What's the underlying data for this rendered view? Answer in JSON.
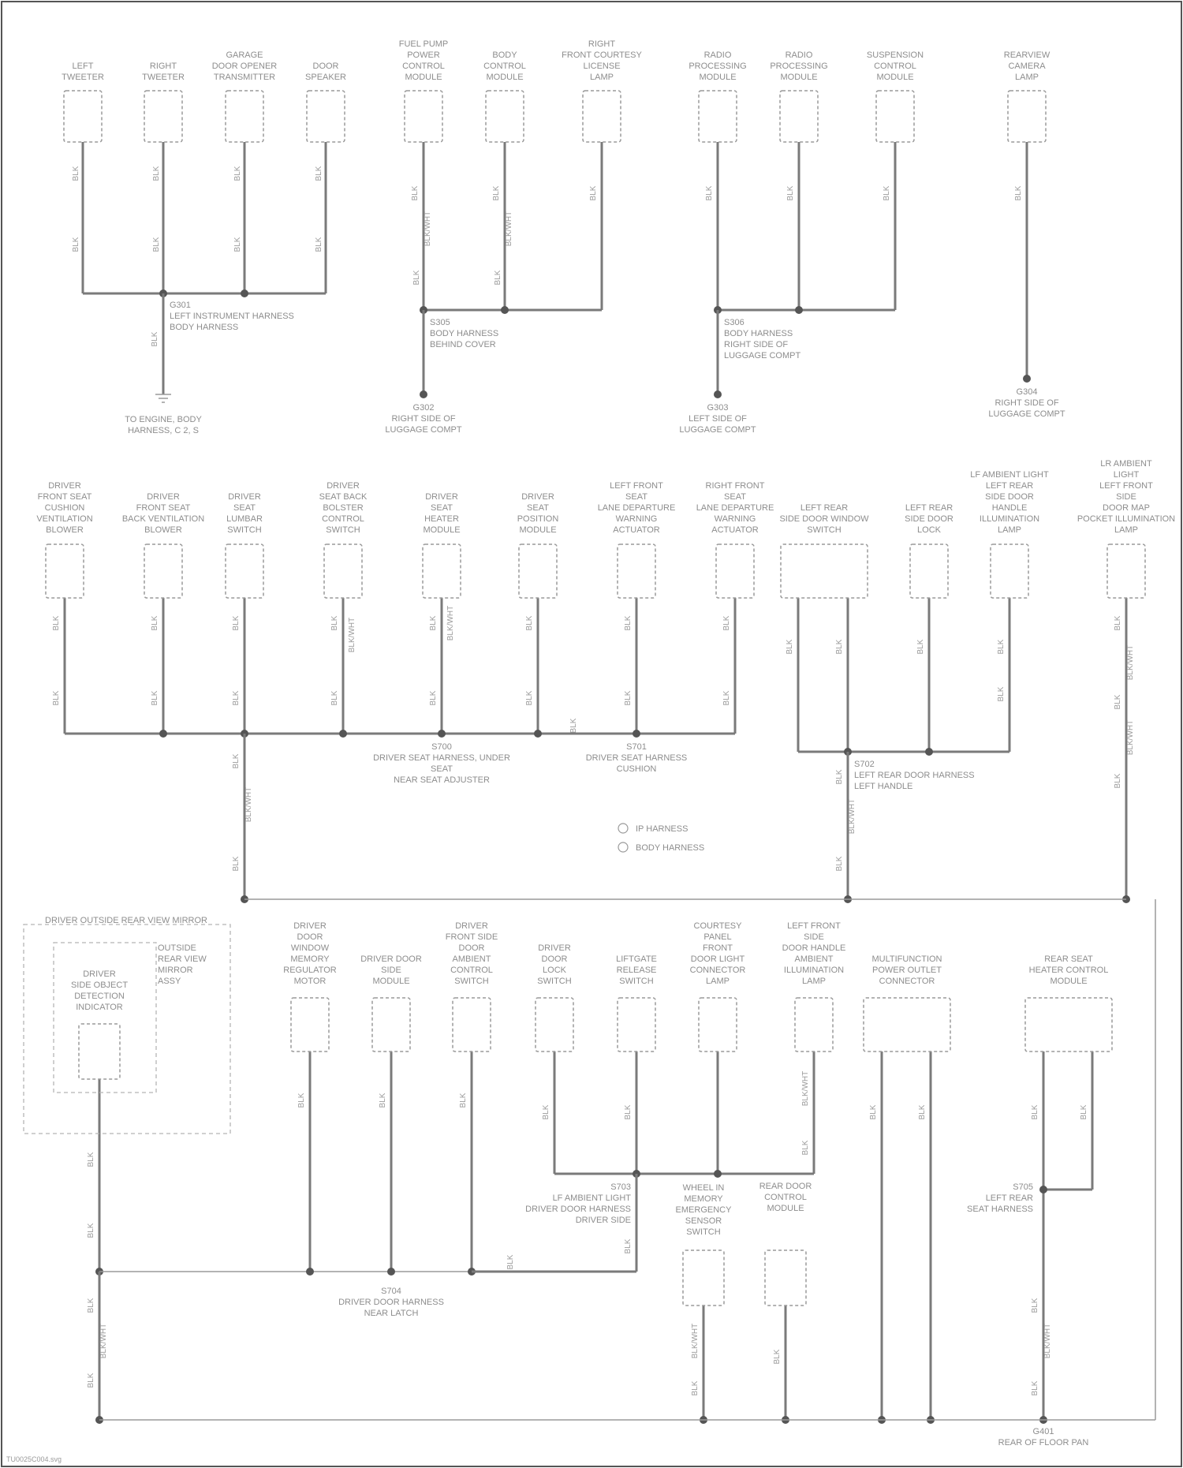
{
  "diagram": {
    "footer_text": "TU0025C004.svg",
    "legend": {
      "item1": "IP HARNESS",
      "item2": "BODY HARNESS"
    },
    "components": {
      "left_tweeter": [
        "LEFT",
        "TWEETER"
      ],
      "right_tweeter": [
        "RIGHT",
        "TWEETER"
      ],
      "garage_door_opener": [
        "GARAGE",
        "DOOR OPENER",
        "TRANSMITTER"
      ],
      "door_speaker": [
        "DOOR",
        "SPEAKER"
      ],
      "fuel_pump_control": [
        "FUEL PUMP",
        "POWER",
        "CONTROL",
        "MODULE"
      ],
      "body_control_module": [
        "BODY",
        "CONTROL",
        "MODULE"
      ],
      "right_front_lamp": [
        "RIGHT",
        "FRONT COURTESY",
        "LICENSE",
        "LAMP"
      ],
      "radio_processing": [
        "RADIO",
        "PROCESSING",
        "MODULE"
      ],
      "radio_processing_2": [
        "RADIO",
        "PROCESSING",
        "MODULE"
      ],
      "suspension_control": [
        "SUSPENSION",
        "CONTROL",
        "MODULE"
      ],
      "rearview_lamp": [
        "REARVIEW",
        "CAMERA",
        "LAMP"
      ],
      "driver_seat_cushion": [
        "DRIVER",
        "FRONT SEAT",
        "CUSHION",
        "VENTILATION",
        "BLOWER"
      ],
      "driver_seat_back": [
        "DRIVER",
        "FRONT SEAT",
        "BACK VENTILATION",
        "BLOWER"
      ],
      "driver_seat_lumbar": [
        "DRIVER",
        "SEAT",
        "LUMBAR",
        "SWITCH"
      ],
      "driver_seat_adjuster": [
        "DRIVER",
        "SEAT BACK",
        "BOLSTER",
        "CONTROL",
        "SWITCH"
      ],
      "driver_seat_heater": [
        "DRIVER",
        "SEAT",
        "HEATER",
        "MODULE"
      ],
      "driver_seat_module": [
        "DRIVER",
        "SEAT",
        "POSITION",
        "MODULE"
      ],
      "left_front_lane_change": [
        "LEFT FRONT",
        "SEAT",
        "LANE DEPARTURE",
        "WARNING",
        "ACTUATOR"
      ],
      "right_front_lane_change": [
        "RIGHT FRONT",
        "SEAT",
        "LANE DEPARTURE",
        "WARNING",
        "ACTUATOR"
      ],
      "left_rear_window": [
        "LEFT REAR",
        "SIDE DOOR WINDOW",
        "SWITCH"
      ],
      "left_rear_lock": [
        "LEFT REAR",
        "SIDE DOOR",
        "LOCK"
      ],
      "lf_rear_ambient": [
        "LF AMBIENT LIGHT",
        "LEFT REAR",
        "SIDE DOOR",
        "HANDLE",
        "ILLUMINATION",
        "LAMP"
      ],
      "lr_ambient": [
        "LR AMBIENT",
        "LIGHT",
        "LEFT FRONT",
        "SIDE",
        "DOOR MAP",
        "POCKET ILLUMINATION",
        "LAMP"
      ],
      "driver_outside_mirror": [
        "DRIVER OUTSIDE REAR VIEW MIRROR"
      ],
      "driver_mirror_inner": [
        "DRIVER",
        "SIDE OBJECT",
        "DETECTION",
        "INDICATOR"
      ],
      "outside_mirror_sub": [
        "OUTSIDE",
        "REAR VIEW",
        "MIRROR",
        "ASSY"
      ],
      "driver_door_window": [
        "DRIVER",
        "DOOR",
        "WINDOW",
        "MEMORY",
        "REGULATOR",
        "MOTOR"
      ],
      "driver_door_module": [
        "DRIVER DOOR",
        "SIDE",
        "MODULE"
      ],
      "driver_door_lock": [
        "DRIVER",
        "FRONT SIDE",
        "DOOR",
        "AMBIENT",
        "CONTROL",
        "SWITCH"
      ],
      "driver_door_switch": [
        "DRIVER",
        "DOOR",
        "LOCK",
        "SWITCH"
      ],
      "liftgate_release": [
        "LIFTGATE",
        "RELEASE",
        "SWITCH"
      ],
      "courtesy_lamp": [
        "COURTESY",
        "PANEL",
        "FRONT",
        "DOOR LIGHT",
        "CONNECTOR",
        "LAMP"
      ],
      "left_front_ambient": [
        "LEFT FRONT",
        "SIDE",
        "DOOR HANDLE",
        "AMBIENT",
        "ILLUMINATION",
        "LAMP"
      ],
      "multifunction_power": [
        "MULTIFUNCTION",
        "POWER OUTLET",
        "CONNECTOR"
      ],
      "rear_seat_heater": [
        "REAR SEAT",
        "HEATER CONTROL",
        "MODULE"
      ],
      "wheelchair_module": [
        "WHEEL IN",
        "MEMORY",
        "EMERGENCY",
        "SENSOR",
        "SWITCH"
      ],
      "rear_door_module": [
        "REAR DOOR",
        "CONTROL",
        "MODULE"
      ]
    },
    "grounds": {
      "g1": [
        "G301",
        "LEFT INSTRUMENT HARNESS",
        "BODY HARNESS"
      ],
      "g1_dest": [
        "TO ENGINE, BODY",
        "HARNESS, C 2, S"
      ],
      "g2": [
        "S305",
        "BODY HARNESS",
        "BEHIND COVER"
      ],
      "g2_dest": [
        "G302",
        "RIGHT SIDE OF",
        "LUGGAGE COMPT"
      ],
      "g3": [
        "S306",
        "BODY HARNESS",
        "RIGHT SIDE OF",
        "LUGGAGE COMPT"
      ],
      "g3_dest": [
        "G303",
        "LEFT SIDE OF",
        "LUGGAGE COMPT"
      ],
      "g4_dest": [
        "G304",
        "RIGHT SIDE OF",
        "LUGGAGE COMPT"
      ],
      "g5": [
        "S700",
        "DRIVER SEAT HARNESS, UNDER",
        "SEAT",
        "NEAR SEAT ADJUSTER"
      ],
      "g6": [
        "S701",
        "DRIVER SEAT HARNESS",
        "CUSHION"
      ],
      "g7": [
        "S702",
        "LEFT REAR DOOR HARNESS",
        "LEFT HANDLE"
      ],
      "g8": [
        "S703",
        "LF AMBIENT LIGHT",
        "DRIVER DOOR HARNESS",
        "DRIVER SIDE"
      ],
      "g9": [
        "S704",
        "DRIVER DOOR HARNESS",
        "NEAR LATCH"
      ],
      "g10": [
        "S705",
        "LEFT REAR",
        "SEAT HARNESS"
      ],
      "g11": [
        "G401",
        "REAR OF FLOOR PAN"
      ]
    },
    "wire_tags": {
      "blk": "BLK",
      "blk_wht": "BLK/WHT",
      "blk_tag": "BLK"
    }
  }
}
